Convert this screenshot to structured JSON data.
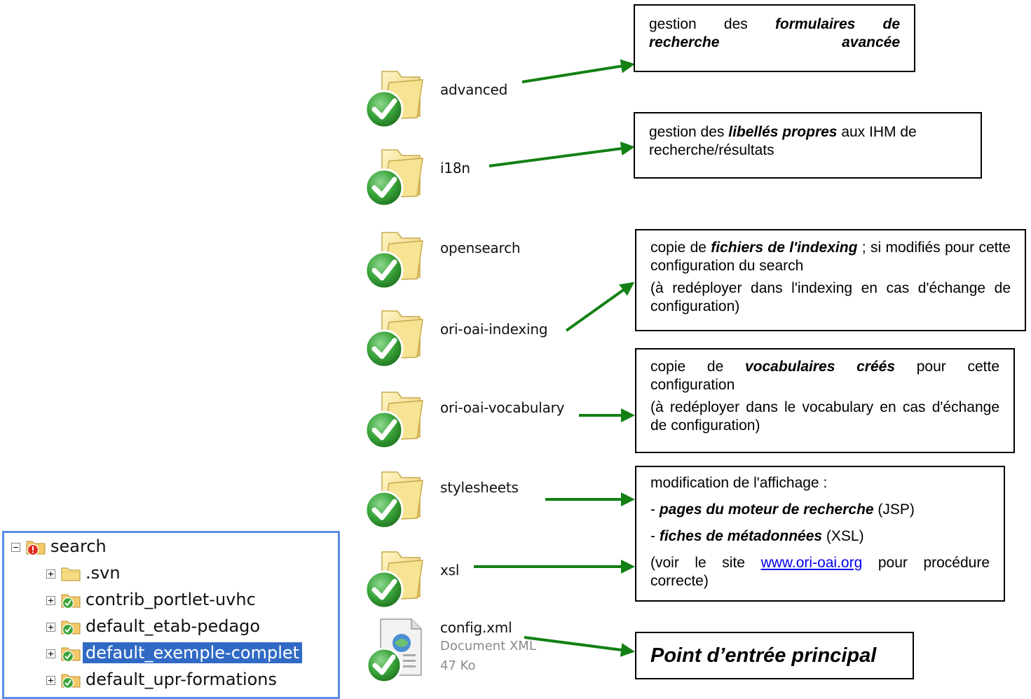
{
  "folders": [
    {
      "name": "advanced"
    },
    {
      "name": "i18n"
    },
    {
      "name": "opensearch"
    },
    {
      "name": "ori-oai-indexing"
    },
    {
      "name": "ori-oai-vocabulary"
    },
    {
      "name": "stylesheets"
    },
    {
      "name": "xsl"
    }
  ],
  "xml_file": {
    "name": "config.xml",
    "type": "Document XML",
    "size": "47 Ko"
  },
  "callouts": {
    "advanced": {
      "pre": "gestion des ",
      "bold": "formulaires de recherche avancée"
    },
    "i18n": {
      "pre": "gestion des ",
      "bold": "libellés propres",
      "post": " aux IHM de recherche/résultats"
    },
    "indexing": {
      "pre": "copie de ",
      "bold": "fichiers de l'indexing",
      "post": " ; si modifiés pour cette configuration du search",
      "note": "(à redéployer dans l'indexing en cas d'échange de configuration)"
    },
    "vocabulary": {
      "pre": "copie de ",
      "bold": "vocabulaires créés",
      "post": " pour cette configuration",
      "note": "(à redéployer dans le vocabulary en cas d'échange de configuration)"
    },
    "stylesheets": {
      "intro": "modification de l'affichage :",
      "line1_dash": "- ",
      "line1_bold": "pages du moteur de recherche",
      "line1_post": " (JSP)",
      "line2_dash": "- ",
      "line2_bold": "fiches de métadonnées",
      "line2_post": " (XSL)",
      "note_pre": "(voir le site ",
      "note_link": "www.ori-oai.org",
      "note_post": " pour procédure correcte)"
    },
    "config": {
      "text": "Point d’entrée principal"
    }
  },
  "tree": {
    "root": "search",
    "children": [
      {
        "label": ".svn",
        "selected": false
      },
      {
        "label": "contrib_portlet-uvhc",
        "selected": false
      },
      {
        "label": "default_etab-pedago",
        "selected": false
      },
      {
        "label": "default_exemple-complet",
        "selected": true
      },
      {
        "label": "default_upr-formations",
        "selected": false
      }
    ]
  },
  "colors": {
    "arrow": "#138013",
    "selection": "#316ac5",
    "tree_border": "#5a8ee8",
    "link": "#0000ee",
    "check_green": "#3aa43a",
    "folder_yellow": "#f3dd82"
  }
}
